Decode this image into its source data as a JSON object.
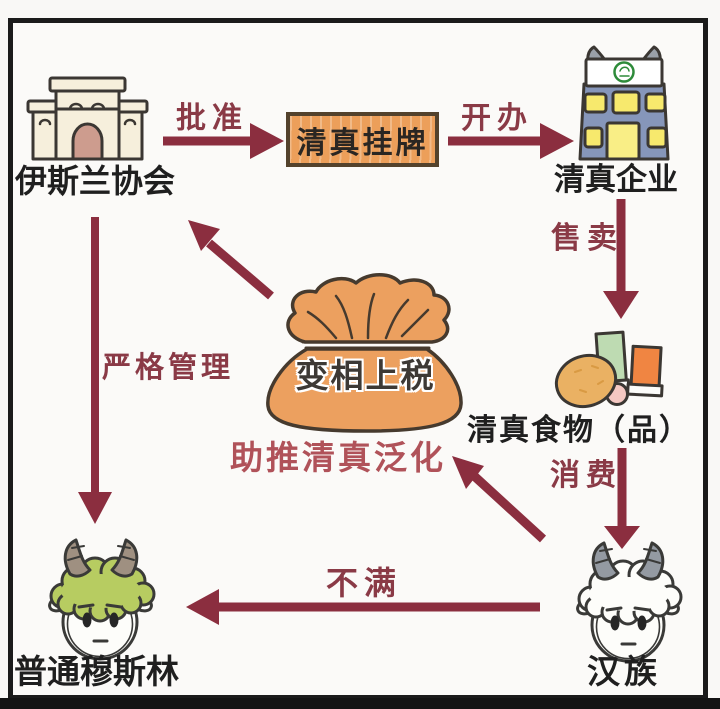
{
  "meta": {
    "type": "flow-diagram",
    "language": "zh-CN"
  },
  "nodes": {
    "association": {
      "label": "伊斯兰协会",
      "icon": "mosque-building-icon"
    },
    "plaque": {
      "label": "清真挂牌",
      "icon": "wooden-plaque"
    },
    "enterprise": {
      "label": "清真企业",
      "icon": "office-building-icon"
    },
    "food": {
      "label": "清真食物（品）",
      "icon": "halal-foods-icon"
    },
    "han": {
      "label": "汉族",
      "icon": "white-sheep-icon"
    },
    "muslims": {
      "label": "普通穆斯林",
      "icon": "green-sheep-icon"
    },
    "money_bag": {
      "label": "变相上税",
      "icon": "money-bag-icon"
    },
    "caption": {
      "label": "助推清真泛化"
    }
  },
  "edges": {
    "approve": {
      "label": "批准",
      "from": "伊斯兰协会",
      "to": "清真挂牌"
    },
    "establish": {
      "label": "开办",
      "from": "清真挂牌",
      "to": "清真企业"
    },
    "sell": {
      "label": "售卖",
      "from": "清真企业",
      "to": "清真食物（品）"
    },
    "consume": {
      "label": "消费",
      "from": "清真食物（品）",
      "to": "汉族"
    },
    "dissatisfaction": {
      "label": "不满",
      "from": "汉族",
      "to": "普通穆斯林"
    },
    "strict_management": {
      "label": "严格管理",
      "from": "伊斯兰协会",
      "to": "普通穆斯林"
    },
    "tax_return": {
      "label": "",
      "from": "变相上税",
      "to": "伊斯兰协会"
    },
    "han_pushes": {
      "label": "",
      "from": "汉族",
      "to": "助推清真泛化"
    }
  },
  "colors": {
    "arrow": "#8b2e3f",
    "edge_label": "#8a3a46",
    "caption_pink": "#b05259",
    "plaque_wood": "#ec9f5a",
    "money_bag": "#eca05f",
    "building_blue": "#8696ba",
    "window_yellow": "#f7e96d",
    "wool_green": "#b7cc61",
    "frame": "#1b1b1b",
    "text_dark": "#1f1f1f"
  }
}
